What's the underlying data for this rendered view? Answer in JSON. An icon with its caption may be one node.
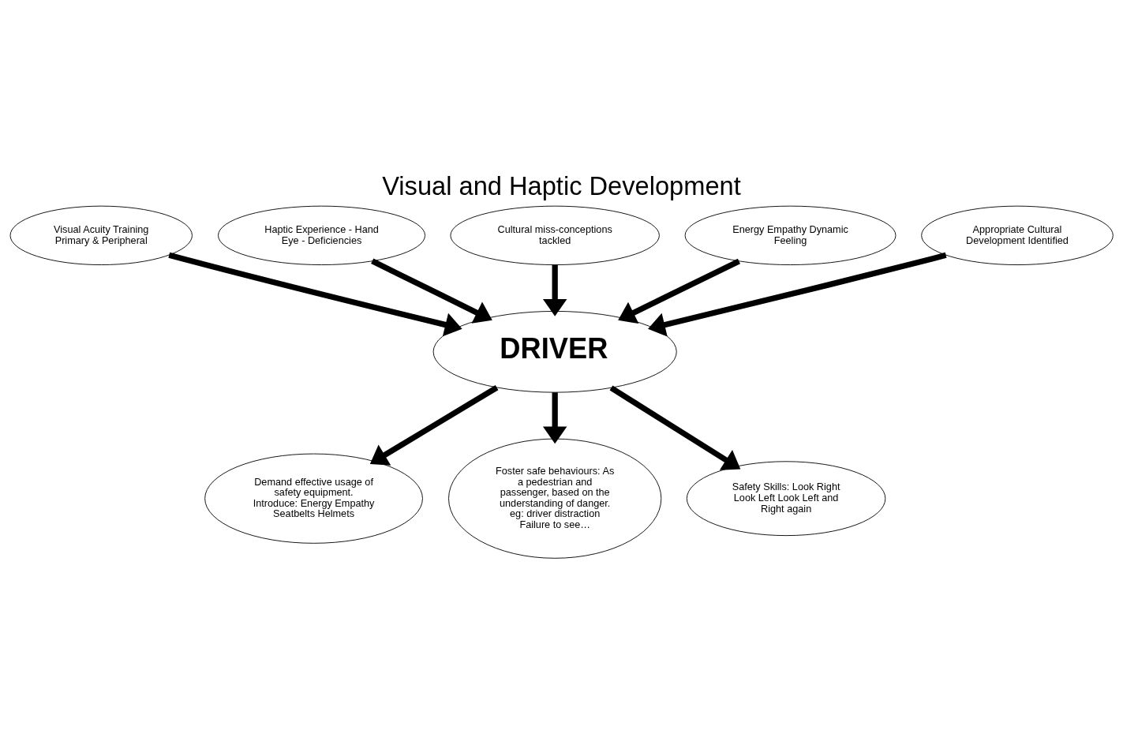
{
  "diagram": {
    "title": "Visual and Haptic Development",
    "nodes": [
      {
        "text": [
          "DRIVER"
        ]
      },
      {
        "text": [
          "Visual Acuity Training Primary & Peripheral"
        ]
      },
      {
        "text": [
          "Haptic Experience - Hand Eye - Deficiencies"
        ]
      },
      {
        "text": [
          "Cultural miss-conceptions tackled"
        ]
      },
      {
        "text": [
          "Energy Empathy Dynamic Feeling"
        ]
      },
      {
        "text": [
          "Appropriate Cultural Development Identified"
        ]
      },
      {
        "text": [
          "Demand effective usage of safety equipment. Introduce: Energy Empathy Seatbelts Helmets"
        ]
      },
      {
        "text": [
          "Foster safe behaviours: As a pedestrian and passenger, based on the understanding of danger. eg: driver distraction Failure to see…"
        ]
      },
      {
        "text": [
          "Safety Skills: Look Right Look Left Look Left and Right again"
        ]
      }
    ],
    "edges": [
      {
        "from": 1,
        "to": 0,
        "arrow": "to"
      },
      {
        "from": 2,
        "to": 0,
        "arrow": "to"
      },
      {
        "from": 3,
        "to": 0,
        "arrow": "to"
      },
      {
        "from": 4,
        "to": 0,
        "arrow": "to"
      },
      {
        "from": 5,
        "to": 0,
        "arrow": "to"
      },
      {
        "from": 0,
        "to": 6,
        "arrow": "to"
      },
      {
        "from": 0,
        "to": 7,
        "arrow": "to"
      },
      {
        "from": 0,
        "to": 8,
        "arrow": "to"
      }
    ]
  }
}
